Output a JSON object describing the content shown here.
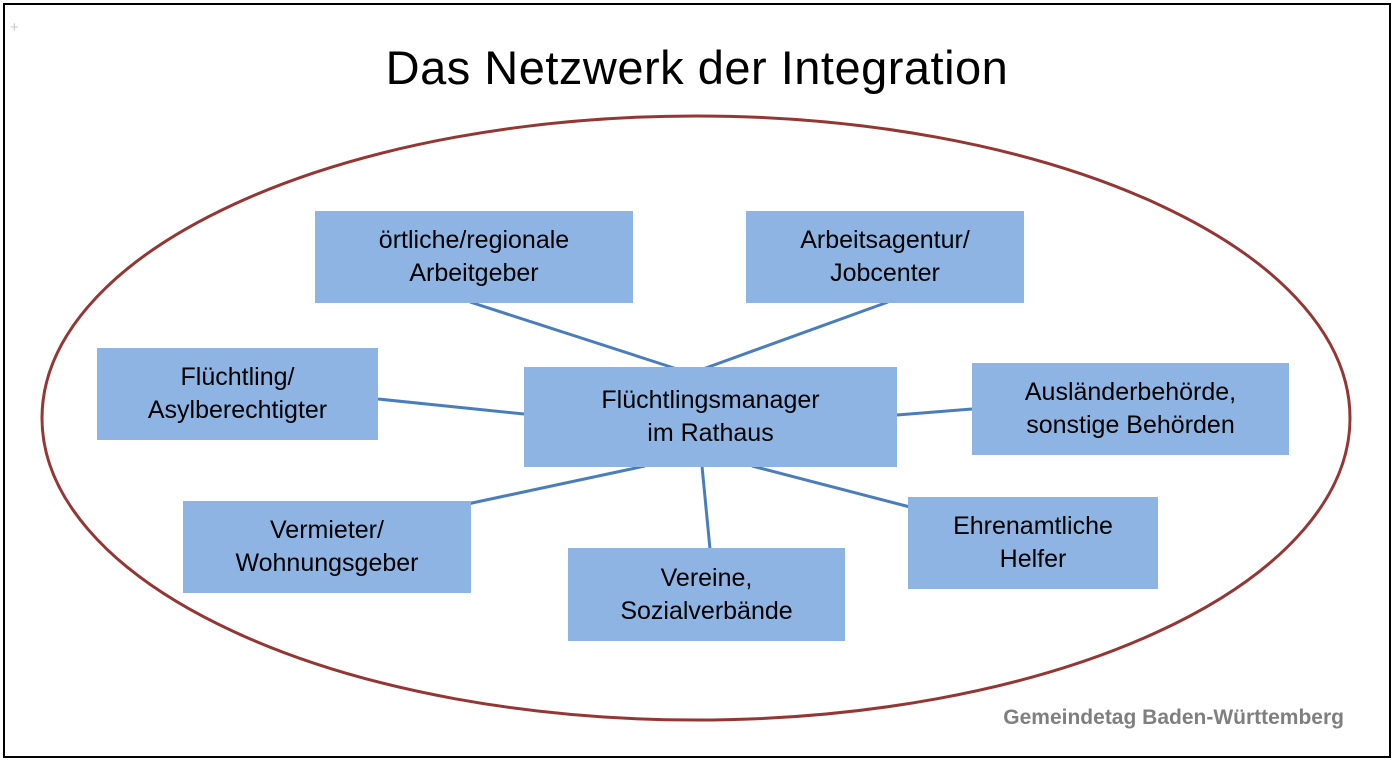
{
  "title": "Das Netzwerk der Integration",
  "decorations": {
    "corner_plus": "+"
  },
  "colors": {
    "box_fill": "#8db4e2",
    "connector_line": "#4a7ebb",
    "boundary_ellipse": "#943634",
    "title_text": "#000000",
    "footer_text": "#7f7f7f"
  },
  "nodes": {
    "central": {
      "label": "Flüchtlingsmanager\nim Rathaus"
    },
    "satellites": [
      {
        "id": "oertliche-regionale-arbeitgeber",
        "label": "örtliche/regionale\nArbeitgeber"
      },
      {
        "id": "arbeitsagentur-jobcenter",
        "label": "Arbeitsagentur/\nJobcenter"
      },
      {
        "id": "fluechtling-asylberechtigter",
        "label": "Flüchtling/\nAsylberechtigter"
      },
      {
        "id": "auslaenderbehoerde",
        "label": "Ausländerbehörde,\nsonstige Behörden"
      },
      {
        "id": "vermieter-wohnungsgeber",
        "label": "Vermieter/\nWohnungsgeber"
      },
      {
        "id": "vereine-sozialverbaende",
        "label": "Vereine,\nSozialverbände"
      },
      {
        "id": "ehrenamtliche-helfer",
        "label": "Ehrenamtliche\nHelfer"
      }
    ]
  },
  "footer": {
    "credit": "Gemeindetag Baden-Württemberg"
  }
}
